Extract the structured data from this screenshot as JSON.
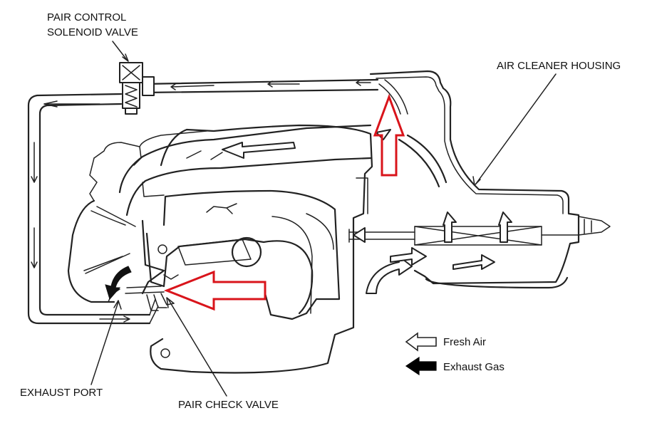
{
  "labels": {
    "solenoid_line1": "PAIR CONTROL",
    "solenoid_line2": "SOLENOID VALVE",
    "air_cleaner": "AIR CLEANER HOUSING",
    "exhaust_port": "EXHAUST PORT",
    "check_valve": "PAIR CHECK VALVE"
  },
  "legend": {
    "fresh_air": "Fresh Air",
    "exhaust_gas": "Exhaust Gas"
  },
  "colors": {
    "highlight_arrow": "#d9141b",
    "line": "#222222",
    "background": "#ffffff"
  },
  "icons": {
    "fresh_air": "hollow-arrow-left",
    "exhaust_gas": "solid-arrow-left"
  }
}
